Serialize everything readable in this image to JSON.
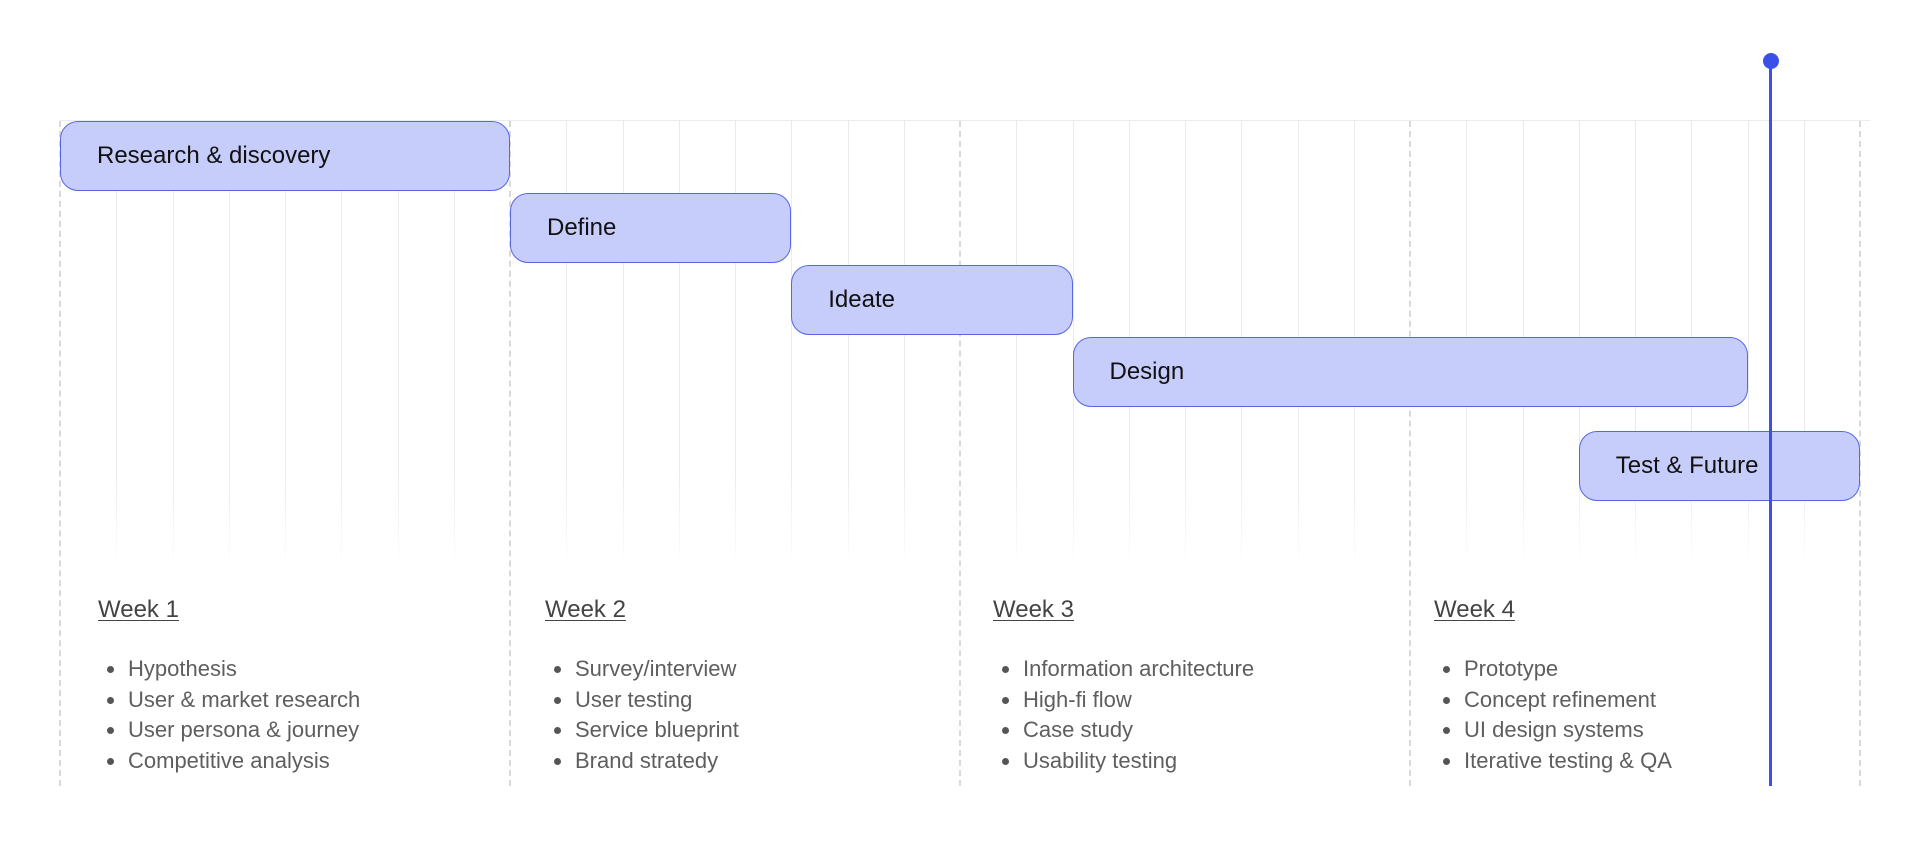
{
  "phases": [
    {
      "label": "Research & discovery",
      "start": 0,
      "end": 8
    },
    {
      "label": "Define",
      "start": 8,
      "end": 13
    },
    {
      "label": "Ideate",
      "start": 13,
      "end": 18
    },
    {
      "label": "Design",
      "start": 18,
      "end": 30
    },
    {
      "label": "Test & Future",
      "start": 27,
      "end": 32
    }
  ],
  "weeks": [
    {
      "title": "Week 1",
      "tasks": [
        "Hypothesis",
        "User & market research",
        "User persona & journey",
        "Competitive analysis"
      ]
    },
    {
      "title": "Week 2",
      "tasks": [
        "Survey/interview",
        "User testing",
        "Service blueprint",
        "Brand stratedy"
      ]
    },
    {
      "title": "Week 3",
      "tasks": [
        "Information architecture",
        "High-fi flow",
        "Case study",
        "Usability testing"
      ]
    },
    {
      "title": "Week 4",
      "tasks": [
        "Prototype",
        "Concept refinement",
        "UI design systems",
        "Iterative testing & QA"
      ]
    }
  ],
  "colors": {
    "bar_fill": "#c7cdfb",
    "bar_border": "#5566e6",
    "now_marker": "#3a50e8",
    "grid_major": "#d9d9d9",
    "grid_minor": "#ebebeb"
  }
}
